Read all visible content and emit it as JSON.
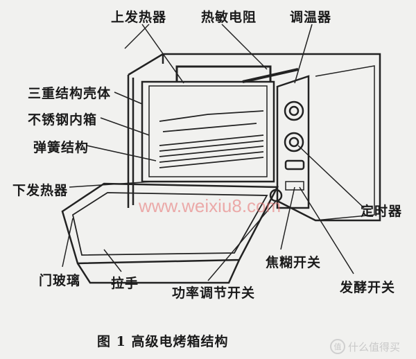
{
  "labels": {
    "upper_heater": "上发热器",
    "thermistor": "热敏电阻",
    "thermostat": "调温器",
    "triple_shell": "三重结构壳体",
    "inner_box": "不锈钢内箱",
    "spring": "弹簧结构",
    "lower_heater": "下发热器",
    "door_glass": "门玻璃",
    "handle": "拉手",
    "power_switch": "功率调节开关",
    "scorch_switch": "焦糊开关",
    "ferment_switch": "发酵开关",
    "timer": "定时器"
  },
  "caption": "图 1  高级电烤箱结构",
  "watermark": "www.weixiu8.com",
  "logo": {
    "mark": "值",
    "text": "什么值得买"
  }
}
